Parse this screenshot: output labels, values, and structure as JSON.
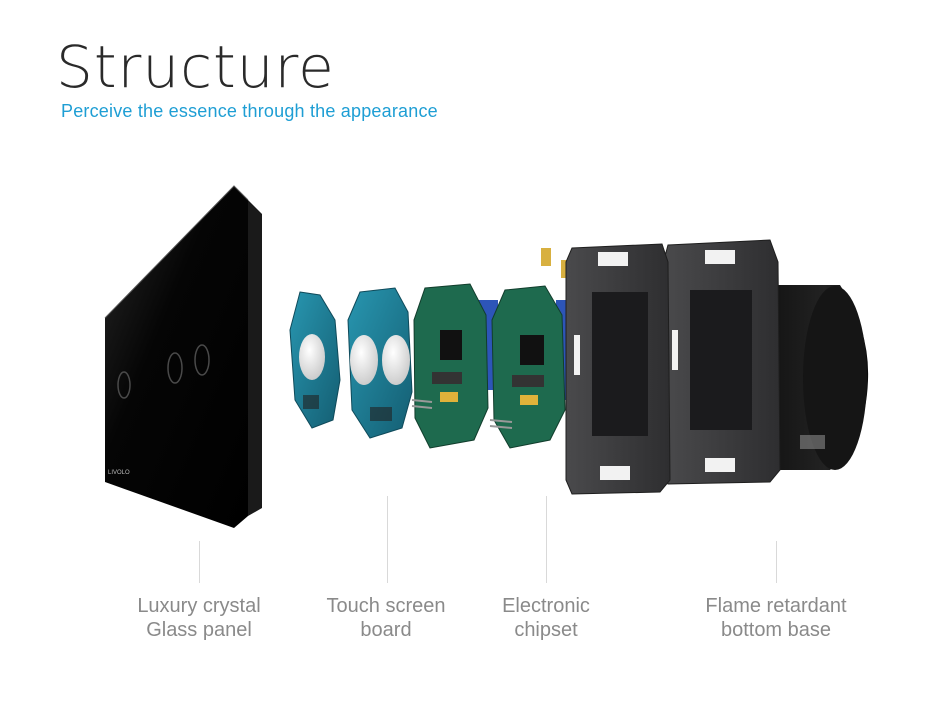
{
  "header": {
    "title": "Structure",
    "subtitle": "Perceive the essence  through the appearance"
  },
  "panel": {
    "brand_mark": "LIVOLO",
    "glass_color": "#0a0a0a"
  },
  "colors": {
    "pcb_blue": "#1c7c96",
    "frame_gray": "#3b3b3d",
    "subtitle_blue": "#1e9ed4",
    "label_gray": "#8a8a8a"
  },
  "components": [
    {
      "lines": [
        "Luxury crystal",
        "Glass panel"
      ]
    },
    {
      "lines": [
        "Touch screen",
        "board"
      ]
    },
    {
      "lines": [
        "Electronic",
        "chipset"
      ]
    },
    {
      "lines": [
        "Flame retardant",
        "bottom base"
      ]
    }
  ]
}
